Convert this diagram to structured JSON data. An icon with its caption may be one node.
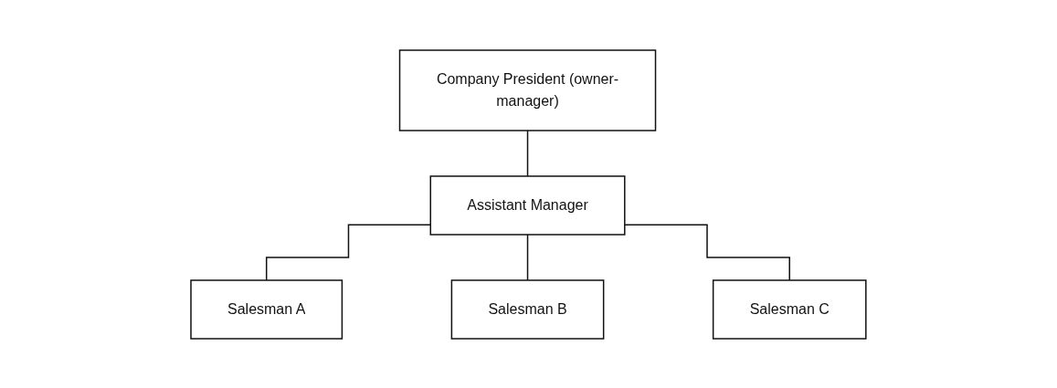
{
  "diagram": {
    "nodes": [
      {
        "text": [
          "Company President (owner-manager)"
        ]
      },
      {
        "text": [
          "Assistant Manager"
        ]
      },
      {
        "text": [
          "Salesman A"
        ]
      },
      {
        "text": [
          "Salesman B"
        ]
      },
      {
        "text": [
          "Salesman C"
        ]
      }
    ],
    "edges": [
      {
        "from": 0,
        "to": 1,
        "arrow": "none"
      },
      {
        "from": 1,
        "to": 2,
        "arrow": "none"
      },
      {
        "from": 1,
        "to": 3,
        "arrow": "none"
      },
      {
        "from": 1,
        "to": 4,
        "arrow": "none"
      }
    ]
  }
}
